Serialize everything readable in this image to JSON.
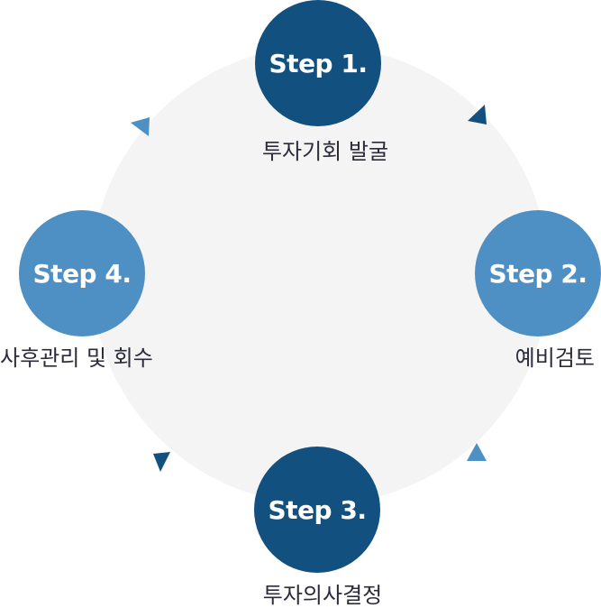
{
  "colors": {
    "dark": "#12507f",
    "light": "#4e90c4",
    "ring": "#f4f4f5",
    "label": "#2b2b3a"
  },
  "steps": [
    {
      "title": "Step 1.",
      "label": "투자기회 발굴",
      "color": "#12507f"
    },
    {
      "title": "Step 2.",
      "label": "예비검토",
      "color": "#4e90c4"
    },
    {
      "title": "Step 3.",
      "label": "투자의사결정",
      "color": "#12507f"
    },
    {
      "title": "Step 4.",
      "label": "사후관리 및 회수",
      "color": "#4e90c4"
    }
  ],
  "arrows": [
    {
      "name": "arrow-1-to-2",
      "color": "#12507f"
    },
    {
      "name": "arrow-2-to-3",
      "color": "#4e90c4"
    },
    {
      "name": "arrow-3-to-4",
      "color": "#12507f"
    },
    {
      "name": "arrow-4-to-1",
      "color": "#4e90c4"
    }
  ]
}
